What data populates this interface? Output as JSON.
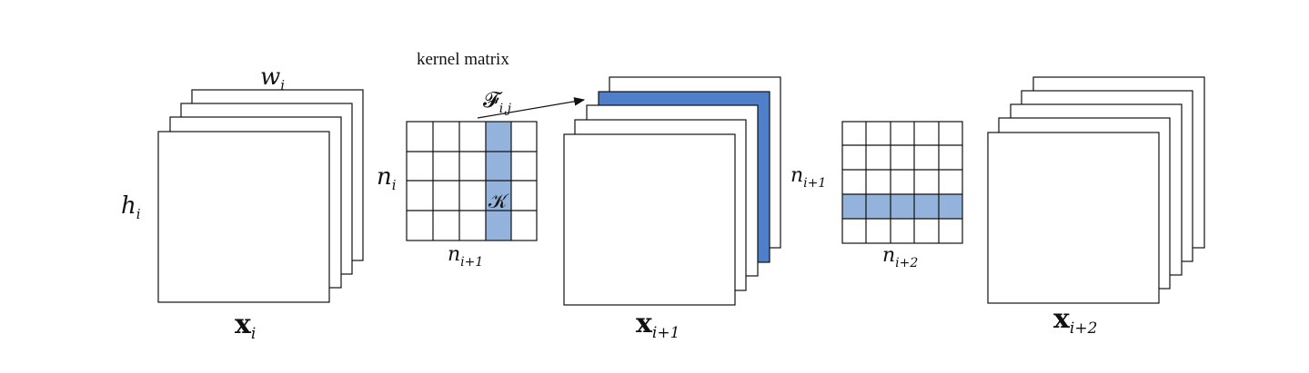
{
  "caption": {
    "kernel_matrix": "kernel matrix",
    "filter_symbol": "𝓕",
    "filter_sub": "i,j",
    "kernel_symbol": "𝒦"
  },
  "labels": {
    "w_base": "w",
    "w_sub": "i",
    "h_base": "h",
    "h_sub": "i",
    "n_i_base": "n",
    "n_i_sub": "i",
    "n_i1_base": "n",
    "n_i1_sub": "i+1",
    "n_i1b_base": "n",
    "n_i1b_sub": "i+1",
    "n_i2_base": "n",
    "n_i2_sub": "i+2",
    "x_i_base": "x",
    "x_i_sub": "i",
    "x_i1_base": "x",
    "x_i1_sub": "i+1",
    "x_i2_base": "x",
    "x_i2_sub": "i+2"
  },
  "colors": {
    "stroke": "#111111",
    "highlight_dark": "#4f7fc9",
    "highlight_light": "#93b3dc"
  }
}
